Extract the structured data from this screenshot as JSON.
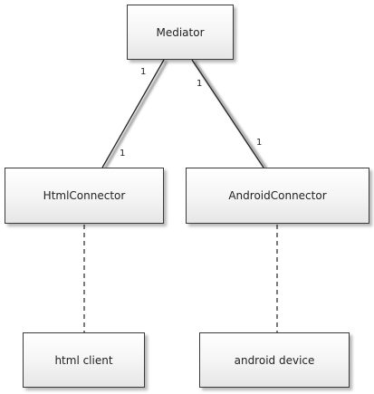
{
  "nodes": {
    "mediator": "Mediator",
    "html_connector": "HtmlConnector",
    "android_connector": "AndroidConnector",
    "html_client": "html client",
    "android_device": "android device"
  },
  "multiplicities": {
    "mediator_html_top": "1",
    "mediator_html_bottom": "1",
    "mediator_android_top": "1",
    "mediator_android_bottom": "1"
  }
}
